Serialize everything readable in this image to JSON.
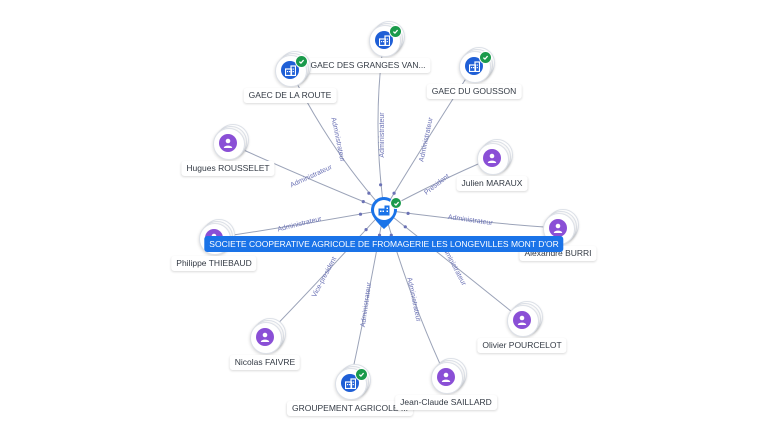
{
  "colors": {
    "person": "#8a4fd6",
    "company": "#1f5fd6",
    "verified": "#1a9a4b",
    "focus": "#1a73e8",
    "edge": "#9ba3b8",
    "edge_label": "#6b72b5"
  },
  "center": {
    "name": "SOCIETE COOPERATIVE AGRICOLE DE FROMAGERIE LES LONGEVILLES MONT D'OR",
    "kind": "company",
    "icon": "building-icon",
    "verified": true
  },
  "nodes": [
    {
      "id": "gaec_granges",
      "name": "GAEC DES GRANGES VAN...",
      "kind": "company",
      "icon": "building-icon",
      "verified": true,
      "relation": "Administrateur"
    },
    {
      "id": "gaec_route",
      "name": "GAEC DE LA ROUTE",
      "kind": "company",
      "icon": "building-icon",
      "verified": true,
      "relation": "Administrateur"
    },
    {
      "id": "gaec_gousson",
      "name": "GAEC DU GOUSSON",
      "kind": "company",
      "icon": "building-icon",
      "verified": true,
      "relation": "Administrateur"
    },
    {
      "id": "hugues",
      "name": "Hugues ROUSSELET",
      "kind": "person",
      "icon": "person-icon",
      "verified": false,
      "relation": "Administrateur"
    },
    {
      "id": "julien",
      "name": "Julien MARAUX",
      "kind": "person",
      "icon": "person-icon",
      "verified": false,
      "relation": "President"
    },
    {
      "id": "philippe",
      "name": "Philippe THIEBAUD",
      "kind": "person",
      "icon": "person-icon",
      "verified": false,
      "relation": "Administrateur"
    },
    {
      "id": "alexandre",
      "name": "Alexandre BURRI",
      "kind": "person",
      "icon": "person-icon",
      "verified": false,
      "relation": "Administrateur"
    },
    {
      "id": "nicolas",
      "name": "Nicolas FAIVRE",
      "kind": "person",
      "icon": "person-icon",
      "verified": false,
      "relation": "Vice-president"
    },
    {
      "id": "olivier",
      "name": "Olivier POURCELOT",
      "kind": "person",
      "icon": "person-icon",
      "verified": false,
      "relation": "Administrateur"
    },
    {
      "id": "groupement",
      "name": "GROUPEMENT AGRICOLE ...",
      "kind": "company",
      "icon": "building-icon",
      "verified": true,
      "relation": "Administrateur"
    },
    {
      "id": "jean_claude",
      "name": "Jean-Claude SAILLARD",
      "kind": "person",
      "icon": "person-icon",
      "verified": false,
      "relation": "Administrateur"
    }
  ]
}
